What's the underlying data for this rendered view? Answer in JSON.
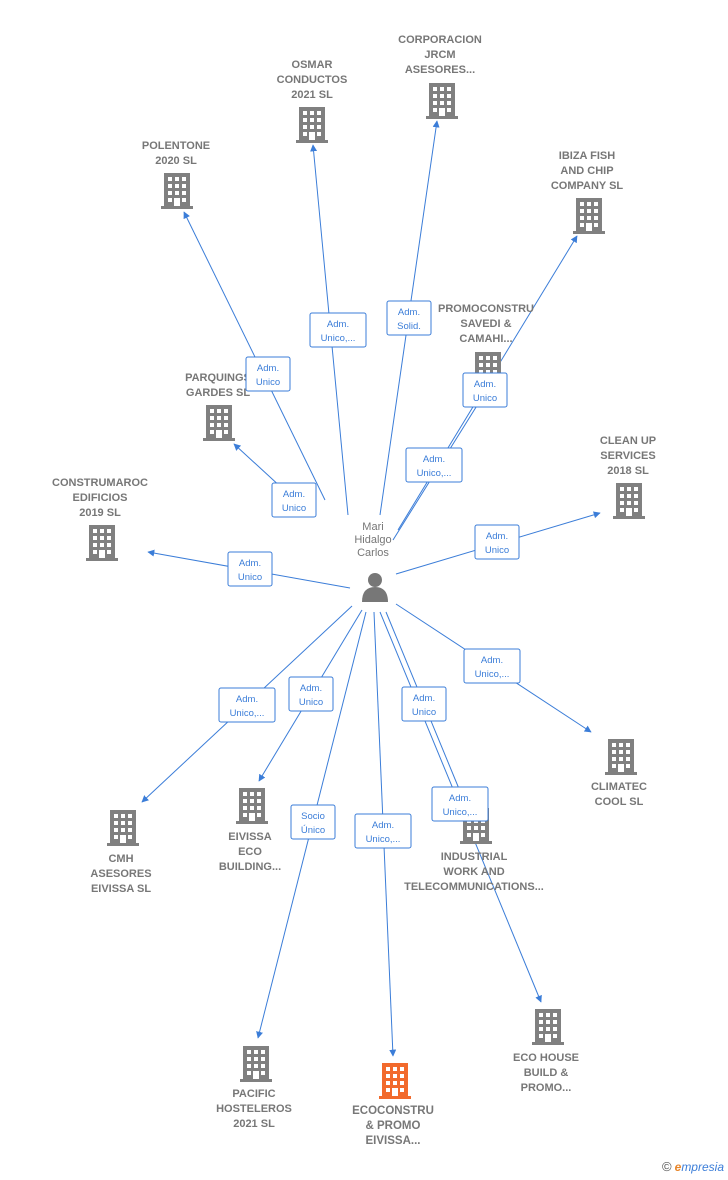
{
  "colors": {
    "edge": "#3b7dd8",
    "company_icon": "#808080",
    "highlight_icon": "#f26a2c",
    "person_icon": "#777777",
    "label": "#777777"
  },
  "center": {
    "label_lines": [
      "Mari",
      "Hidalgo",
      "Carlos"
    ],
    "icon": "person-icon"
  },
  "companies": [
    {
      "id": "osmar",
      "label_lines": [
        "OSMAR",
        "CONDUCTOS",
        "2021  SL"
      ],
      "relation_lines": [
        "Adm.",
        "Unico,..."
      ],
      "icon": "building-icon",
      "highlight": false
    },
    {
      "id": "corporacion",
      "label_lines": [
        "CORPORACION",
        "JRCM",
        "ASESORES..."
      ],
      "relation_lines": [
        "Adm.",
        "Solid."
      ],
      "icon": "building-icon",
      "highlight": false
    },
    {
      "id": "polentone",
      "label_lines": [
        "POLENTONE",
        "2020  SL"
      ],
      "relation_lines": [
        "Adm.",
        "Unico"
      ],
      "icon": "building-icon",
      "highlight": false
    },
    {
      "id": "ibiza",
      "label_lines": [
        "IBIZA FISH",
        "AND CHIP",
        "COMPANY  SL"
      ],
      "relation_lines": [
        "Adm.",
        "Unico,..."
      ],
      "icon": "building-icon",
      "highlight": false
    },
    {
      "id": "promoconstru",
      "label_lines": [
        "PROMOCONSTRU",
        "SAVEDI &",
        "CAMAHI..."
      ],
      "relation_lines": [
        "Adm.",
        "Unico"
      ],
      "icon": "building-icon",
      "highlight": false
    },
    {
      "id": "parquings",
      "label_lines": [
        "PARQUINGS",
        "GARDES  SL"
      ],
      "relation_lines": [
        "Adm.",
        "Unico"
      ],
      "icon": "building-icon",
      "highlight": false
    },
    {
      "id": "cleanup",
      "label_lines": [
        "CLEAN UP",
        "SERVICES",
        "2018  SL"
      ],
      "relation_lines": [
        "Adm.",
        "Unico"
      ],
      "icon": "building-icon",
      "highlight": false
    },
    {
      "id": "construmaroc",
      "label_lines": [
        "CONSTRUMAROC",
        "EDIFICIOS",
        "2019  SL"
      ],
      "relation_lines": [
        "Adm.",
        "Unico"
      ],
      "icon": "building-icon",
      "highlight": false
    },
    {
      "id": "climatec",
      "label_lines": [
        "CLIMATEC",
        "COOL SL"
      ],
      "relation_lines": [
        "Adm.",
        "Unico,..."
      ],
      "icon": "building-icon",
      "highlight": false
    },
    {
      "id": "cmh",
      "label_lines": [
        "CMH",
        "ASESORES",
        "EIVISSA  SL"
      ],
      "relation_lines": [
        "Adm.",
        "Unico,..."
      ],
      "icon": "building-icon",
      "highlight": false
    },
    {
      "id": "eivissa",
      "label_lines": [
        "EIVISSA",
        "ECO",
        "BUILDING..."
      ],
      "relation_lines": [
        "Adm.",
        "Unico"
      ],
      "icon": "building-icon",
      "highlight": false
    },
    {
      "id": "industrial",
      "label_lines": [
        "INDUSTRIAL",
        "WORK AND",
        "TELECOMMUNICATIONS..."
      ],
      "relation_lines": [
        "Adm.",
        "Unico"
      ],
      "icon": "building-icon",
      "highlight": false
    },
    {
      "id": "ecohouse",
      "label_lines": [
        "ECO HOUSE",
        "BUILD &",
        "PROMO..."
      ],
      "relation_lines": [
        "Adm.",
        "Unico,..."
      ],
      "icon": "building-icon",
      "highlight": false
    },
    {
      "id": "pacific",
      "label_lines": [
        "PACIFIC",
        "HOSTELEROS",
        "2021  SL"
      ],
      "relation_lines": [
        "Socio",
        "Único"
      ],
      "icon": "building-icon",
      "highlight": false
    },
    {
      "id": "ecoconstru",
      "label_lines": [
        "ECOCONSTRU",
        "& PROMO",
        "EIVISSA..."
      ],
      "relation_lines": [
        "Adm.",
        "Unico,..."
      ],
      "icon": "building-icon",
      "highlight": true
    }
  ],
  "footer": {
    "copyright": "©",
    "brand_initial": "e",
    "brand_rest": "mpresia"
  }
}
